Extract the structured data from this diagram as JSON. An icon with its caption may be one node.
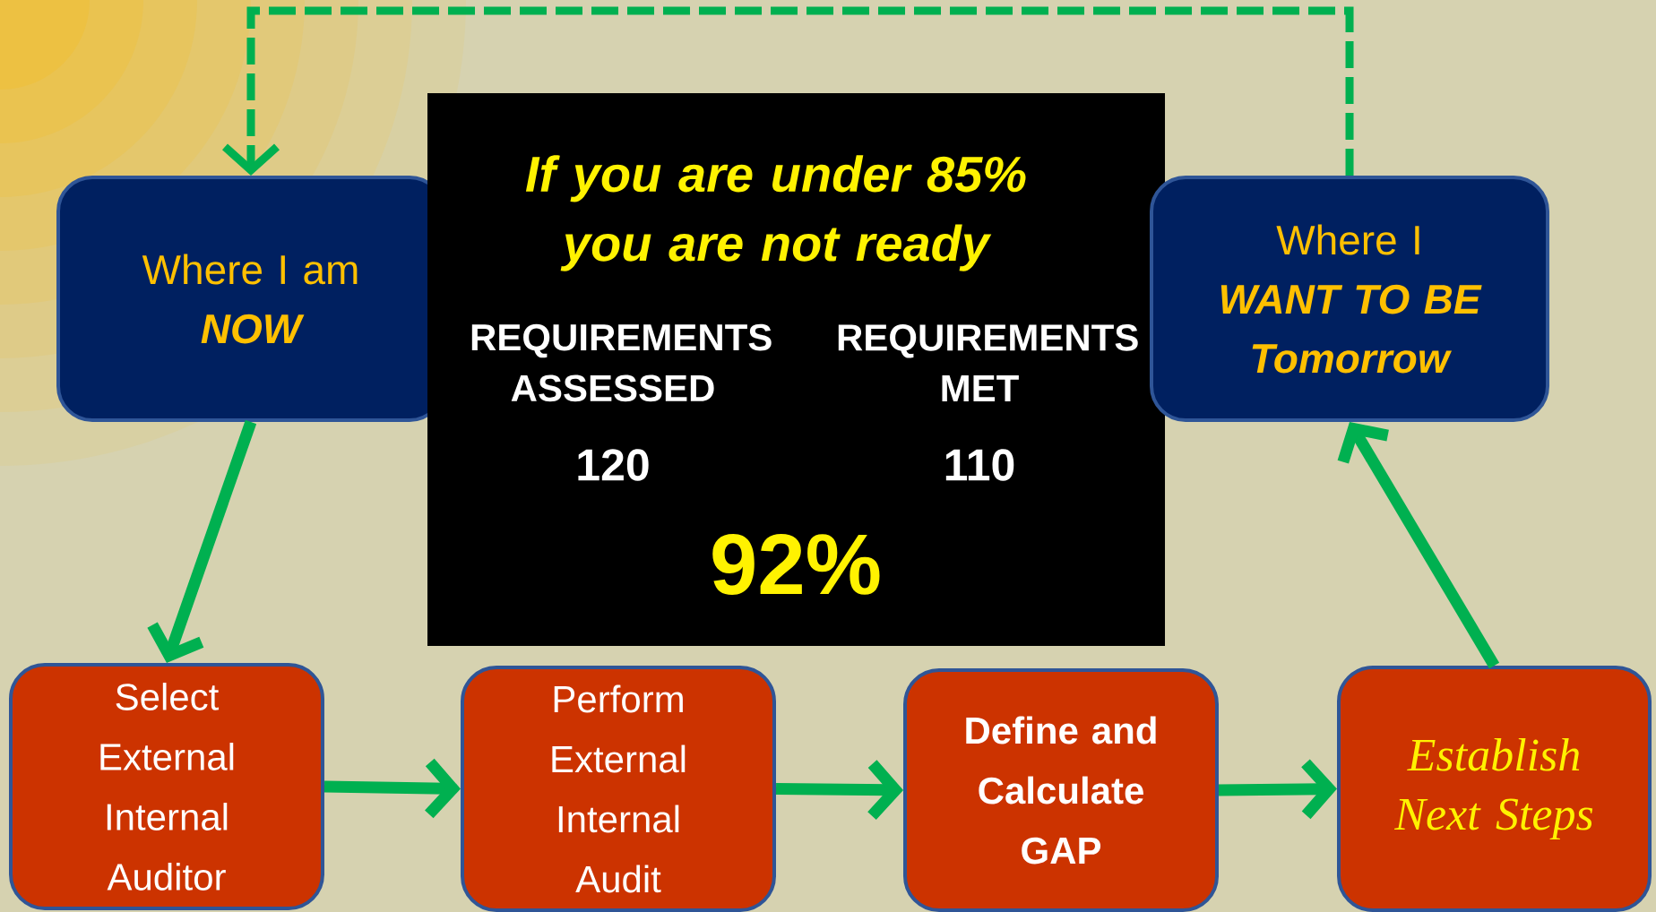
{
  "diagram": {
    "nodes": [
      {
        "text": [
          "Where I am",
          "NOW"
        ]
      },
      {
        "text": [
          "If you are under 85% you are not ready",
          "REQUIREMENTS ASSESSED",
          "REQUIREMENTS MET",
          "120",
          "110",
          "92%"
        ]
      },
      {
        "text": [
          "Where I",
          "WANT TO BE Tomorrow"
        ]
      },
      {
        "text": [
          "Select External Internal Auditor"
        ]
      },
      {
        "text": [
          "Perform External Internal Audit"
        ]
      },
      {
        "text": [
          "Define and Calculate GAP"
        ]
      },
      {
        "text": [
          "Establish Next Steps"
        ]
      }
    ],
    "edges": [
      {
        "from": 0,
        "to": 3,
        "arrow": "to"
      },
      {
        "from": 3,
        "to": 4,
        "arrow": "to"
      },
      {
        "from": 4,
        "to": 5,
        "arrow": "to"
      },
      {
        "from": 5,
        "to": 6,
        "arrow": "to"
      },
      {
        "from": 6,
        "to": 2,
        "arrow": "to"
      },
      {
        "from": 2,
        "to": 0,
        "arrow": "to",
        "style": "dashed"
      }
    ]
  }
}
